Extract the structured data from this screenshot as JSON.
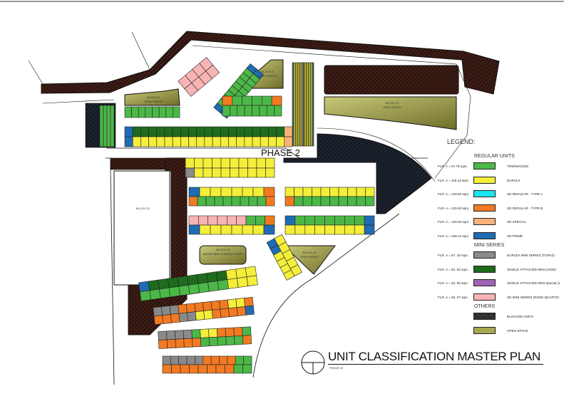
{
  "plan": {
    "title": "UNIT CLASSIFICATION MASTER PLAN",
    "subtitle": "PHASE 02",
    "phase_label": "PHASE 2",
    "blocks": [
      {
        "label": "BLOCK 6",
        "sub": "OPEN SPACE"
      },
      {
        "label": "BLOCK 3",
        "sub": "OPEN SPACE"
      },
      {
        "label": "BLOCK 22",
        "sub": "OPEN SPACE"
      },
      {
        "label": "BLOCK 23",
        "sub": ""
      },
      {
        "label": "BLOCK 24",
        "sub": "BASKETBALL/TENNIS COURT"
      },
      {
        "label": "BLOCK 19",
        "sub": "OPEN SPACE"
      }
    ]
  },
  "legend": {
    "title": "LEGEND:",
    "sections": [
      {
        "heading": "REGULAR UNITS",
        "items": [
          {
            "area": "FLR. A = 97.78 sqm.",
            "name": "TOWNHOUSE",
            "color": "#4cb848"
          },
          {
            "area": "FLR. A = 118.13 sqm.",
            "name": "DUPLEX",
            "color": "#f5ee3a"
          },
          {
            "area": "FLR. A = 129.93 sqm.",
            "name": "SD REGULAR - TYPE A",
            "color": "#19e6ee"
          },
          {
            "area": "FLR. A = 129.93 sqm.",
            "name": "SD REGULAR - TYPE B",
            "color": "#f27a22"
          },
          {
            "area": "FLR. A = 129.93 sqm.",
            "name": "SD SPECIAL",
            "color": "#f7b27a"
          },
          {
            "area": "FLR. A = 208.14 sqm.",
            "name": "SD PRIME",
            "color": "#1f6cb4"
          }
        ]
      },
      {
        "heading": "MINI SERIES",
        "items": [
          {
            "area": "FLR. A = 67. 18 sqm.",
            "name": "DUPLEX MINI SERIES (TOPAZ)",
            "color": "#8a8a8a"
          },
          {
            "area": "FLR. A = 62. 56 sqm.",
            "name": "SINGLE ATTACHED MINI (JADE)",
            "color": "#1e6b1e"
          },
          {
            "area": "FLR. A = 62. 56 sqm.",
            "name": "SINGLE ATTACHED MINI Special (J",
            "color": "#a064b4"
          },
          {
            "area": "FLR. A = 65. 57 sqm.",
            "name": "SD MINI SERIES (ROSE QUARTZ)",
            "color": "#f8b4b4"
          }
        ]
      },
      {
        "heading": "OTHERS",
        "items": [
          {
            "area": "",
            "name": "BLOCKED UNITS",
            "color": "#2a2a2a"
          },
          {
            "area": "",
            "name": "OPEN SPACE",
            "color": "#a8a850"
          }
        ]
      }
    ]
  },
  "colors": {
    "blocked": "#3a1c14",
    "road_outline": "#111111",
    "open_space": "#a8a850"
  }
}
